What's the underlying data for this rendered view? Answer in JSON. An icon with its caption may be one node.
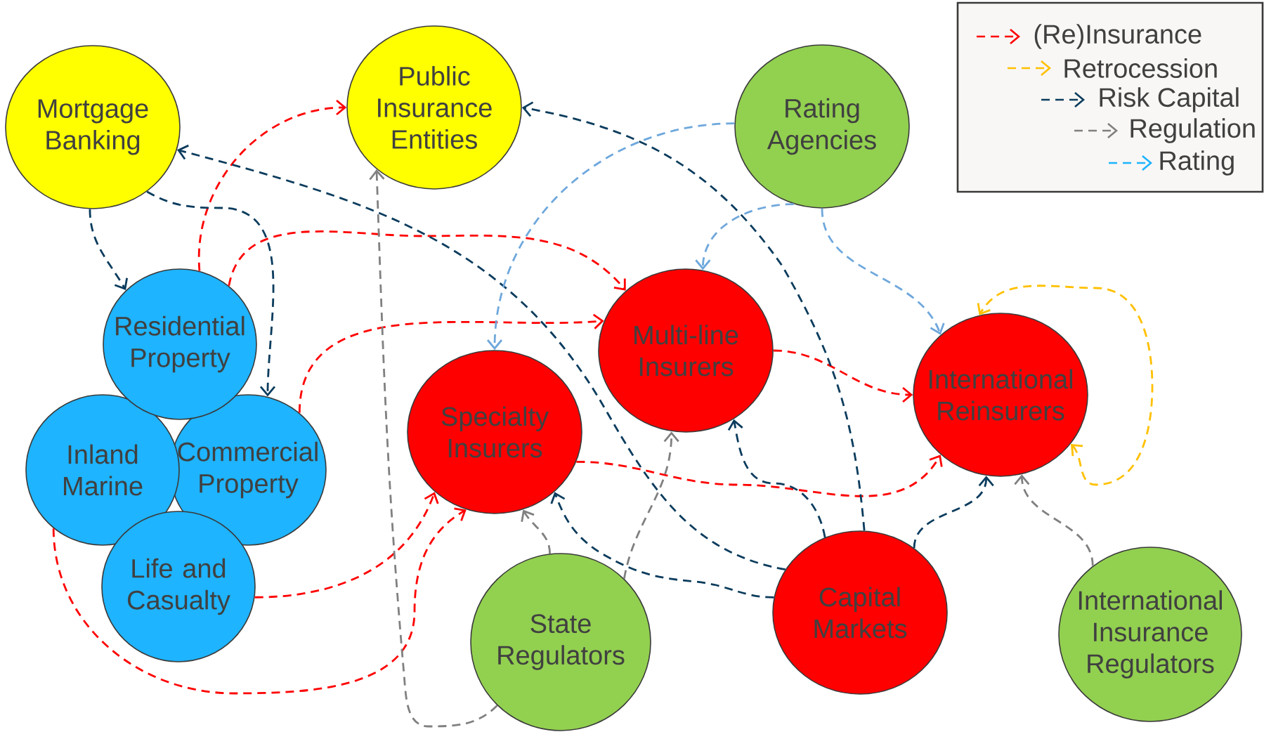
{
  "diagram": {
    "nodes": [
      {
        "text": [
          "Mortgage Banking"
        ]
      },
      {
        "text": [
          "Public Insurance Entities"
        ]
      },
      {
        "text": [
          "Rating Agencies"
        ]
      },
      {
        "text": [
          "Residential Property"
        ]
      },
      {
        "text": [
          "Inland Marine"
        ]
      },
      {
        "text": [
          "Commercial Property"
        ]
      },
      {
        "text": [
          "Life and Casualty"
        ]
      },
      {
        "text": [
          "Multi-line Insurers"
        ]
      },
      {
        "text": [
          "Specialty Insurers"
        ]
      },
      {
        "text": [
          "International Reinsurers"
        ]
      },
      {
        "text": [
          "State Regulators"
        ]
      },
      {
        "text": [
          "Capital Markets"
        ]
      },
      {
        "text": [
          "International Insurance Regulators"
        ]
      }
    ],
    "edges": [
      {
        "from": 3,
        "to": 1,
        "arrow": "to",
        "style": "dashed",
        "color": "#ff0000"
      },
      {
        "from": 3,
        "to": 7,
        "arrow": "to",
        "style": "dashed",
        "color": "#ff0000"
      },
      {
        "from": 5,
        "to": 7,
        "arrow": "to",
        "style": "dashed",
        "color": "#ff0000"
      },
      {
        "from": 6,
        "to": 8,
        "arrow": "to",
        "style": "dashed",
        "color": "#ff0000"
      },
      {
        "from": 4,
        "to": 8,
        "arrow": "to",
        "style": "dashed",
        "color": "#ff0000"
      },
      {
        "from": 7,
        "to": 9,
        "arrow": "to",
        "style": "dashed",
        "color": "#ff0000"
      },
      {
        "from": 8,
        "to": 9,
        "arrow": "to",
        "style": "dashed",
        "color": "#ff0000"
      },
      {
        "from": 9,
        "to": 9,
        "arrow": "both",
        "style": "dashed",
        "color": "#ffc000"
      },
      {
        "from": 0,
        "to": 3,
        "arrow": "to",
        "style": "dashed",
        "color": "#0b3c5d"
      },
      {
        "from": 0,
        "to": 5,
        "arrow": "to",
        "style": "dashed",
        "color": "#0b3c5d"
      },
      {
        "from": 11,
        "to": 0,
        "arrow": "to",
        "style": "dashed",
        "color": "#0b3c5d"
      },
      {
        "from": 11,
        "to": 1,
        "arrow": "to",
        "style": "dashed",
        "color": "#0b3c5d"
      },
      {
        "from": 11,
        "to": 7,
        "arrow": "to",
        "style": "dashed",
        "color": "#0b3c5d"
      },
      {
        "from": 11,
        "to": 8,
        "arrow": "to",
        "style": "dashed",
        "color": "#0b3c5d"
      },
      {
        "from": 11,
        "to": 9,
        "arrow": "to",
        "style": "dashed",
        "color": "#0b3c5d"
      },
      {
        "from": 10,
        "to": 1,
        "arrow": "to",
        "style": "dashed",
        "color": "#808080"
      },
      {
        "from": 10,
        "to": 7,
        "arrow": "to",
        "style": "dashed",
        "color": "#808080"
      },
      {
        "from": 10,
        "to": 8,
        "arrow": "to",
        "style": "dashed",
        "color": "#808080"
      },
      {
        "from": 12,
        "to": 9,
        "arrow": "to",
        "style": "dashed",
        "color": "#808080"
      },
      {
        "from": 2,
        "to": 8,
        "arrow": "to",
        "style": "dashed",
        "color": "#6fa8dc"
      },
      {
        "from": 2,
        "to": 7,
        "arrow": "to",
        "style": "dashed",
        "color": "#6fa8dc"
      },
      {
        "from": 2,
        "to": 9,
        "arrow": "to",
        "style": "dashed",
        "color": "#6fa8dc"
      }
    ],
    "legend": [
      {
        "text": "(Re)Insurance",
        "color": "#ff0000"
      },
      {
        "text": "Retrocession",
        "color": "#ffc000"
      },
      {
        "text": "Risk Capital",
        "color": "#0b3c5d"
      },
      {
        "text": "Regulation",
        "color": "#808080"
      },
      {
        "text": "Rating",
        "color": "#1eb4ff"
      }
    ]
  }
}
